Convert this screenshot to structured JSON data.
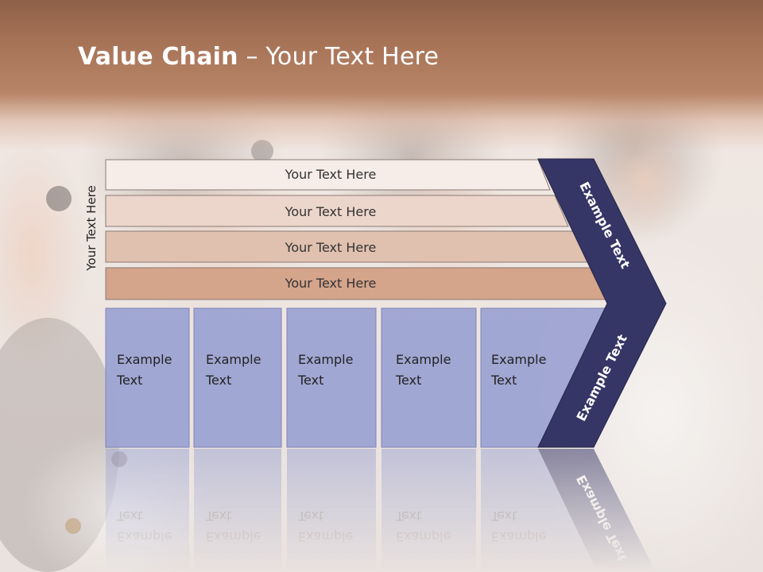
{
  "title": {
    "bold": "Value Chain",
    "rest": " – Your Text Here"
  },
  "side_label": "Your Text Here",
  "rows": [
    {
      "label": "Your Text Here",
      "fill": "#f6ece8"
    },
    {
      "label": "Your Text Here",
      "fill": "#ecd6cb"
    },
    {
      "label": "Your Text Here",
      "fill": "#e0c0af"
    },
    {
      "label": "Your Text Here",
      "fill": "#d4a48b"
    }
  ],
  "columns": [
    {
      "line1": "Example",
      "line2": "Text"
    },
    {
      "line1": "Example",
      "line2": "Text"
    },
    {
      "line1": "Example",
      "line2": "Text"
    },
    {
      "line1": "Example",
      "line2": "Text"
    },
    {
      "line1": "Example",
      "line2": "Text"
    }
  ],
  "chevron_top_label": "Example Text",
  "chevron_bottom_label": "Example Text",
  "colors": {
    "column_fill": "#9da3d2",
    "chevron_fill": "#353566",
    "row_stroke": "#8a7a72"
  }
}
